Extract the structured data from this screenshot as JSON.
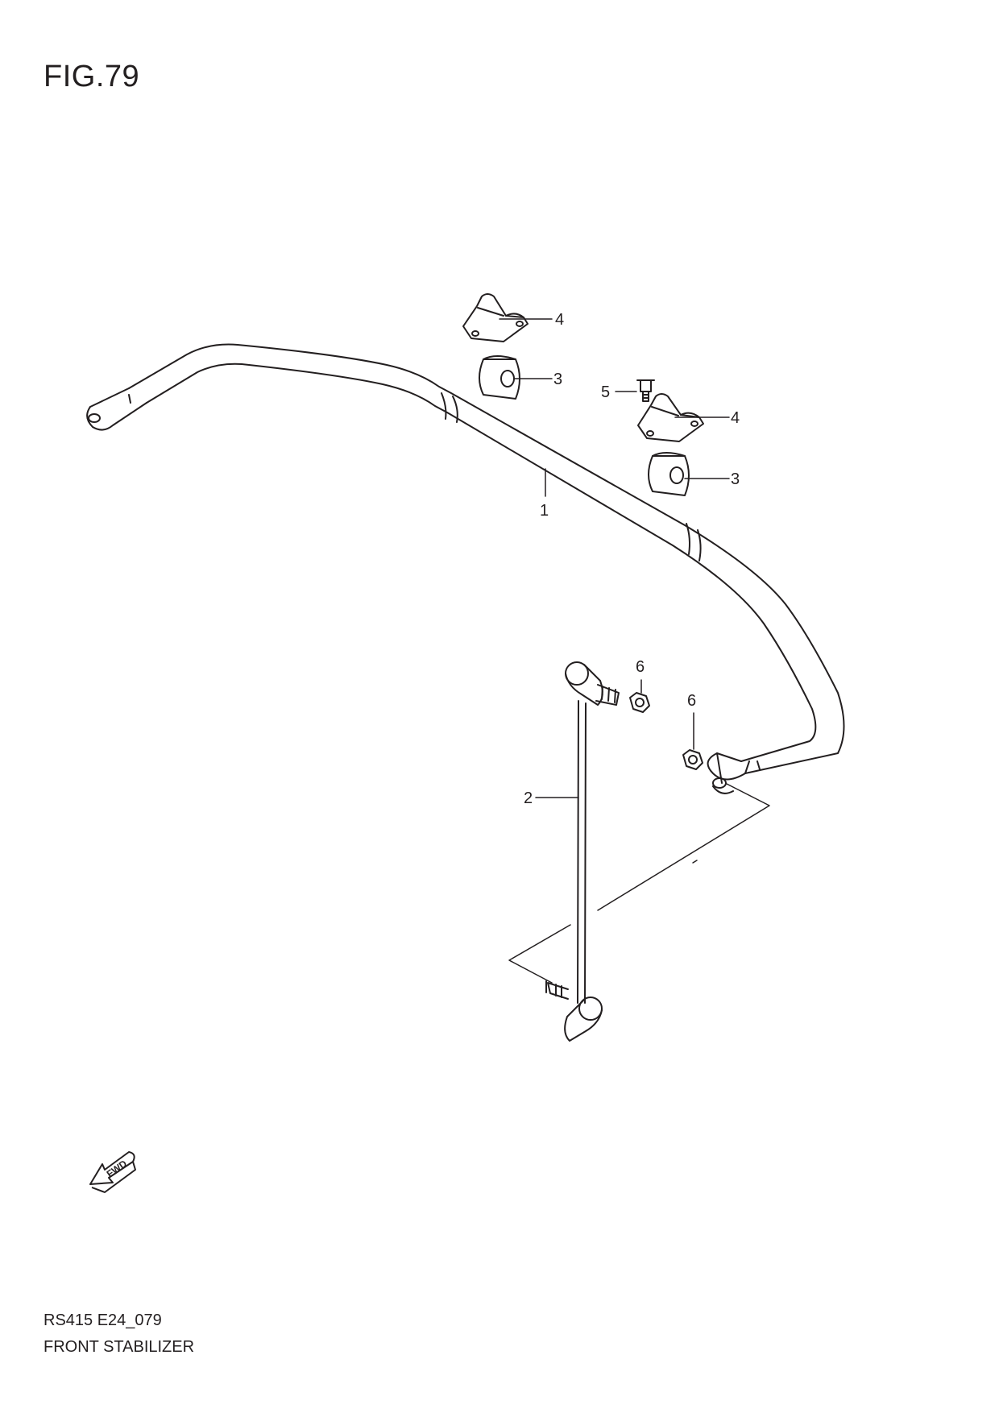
{
  "figure": {
    "title": "FIG.79"
  },
  "callouts": {
    "p1": "1",
    "p2": "2",
    "p3a": "3",
    "p3b": "3",
    "p4a": "4",
    "p4b": "4",
    "p5": "5",
    "p6a": "6",
    "p6b": "6"
  },
  "fwd_badge": "FWD",
  "footer": {
    "code": "RS415 E24_079",
    "name": "FRONT STABILIZER"
  }
}
